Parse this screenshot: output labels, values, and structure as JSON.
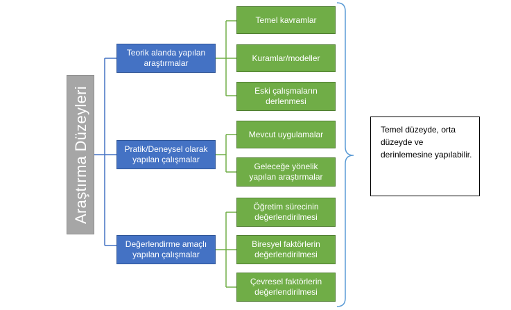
{
  "root": {
    "label": "Araştırma Düzeyleri"
  },
  "levels": [
    {
      "label": "Teorik alanda yapılan araştırmalar",
      "items": [
        "Temel kavramlar",
        "Kuramlar/modeller",
        "Eski çalışmaların derlenmesi"
      ]
    },
    {
      "label": "Pratik/Deneysel olarak yapılan çalışmalar",
      "items": [
        "Mevcut uygulamalar",
        "Geleceğe yönelik yapılan araştırmalar"
      ]
    },
    {
      "label": "Değerlendirme amaçlı yapılan çalışmalar",
      "items": [
        "Öğretim sürecinin değerlendirilmesi",
        "Biresyel faktörlerin değerlendirilmesi",
        "Çevresel faktörlerin değerlendirilmesi"
      ]
    }
  ],
  "note": {
    "text": "Temel düzeyde, orta düzeyde ve derinlemesine yapılabilir."
  },
  "colors": {
    "root": "#a6a6a6",
    "level": "#4472c4",
    "item": "#70ad47",
    "connector": "#4472c4",
    "item_connector": "#70ad47",
    "brace": "#5b9bd5"
  }
}
